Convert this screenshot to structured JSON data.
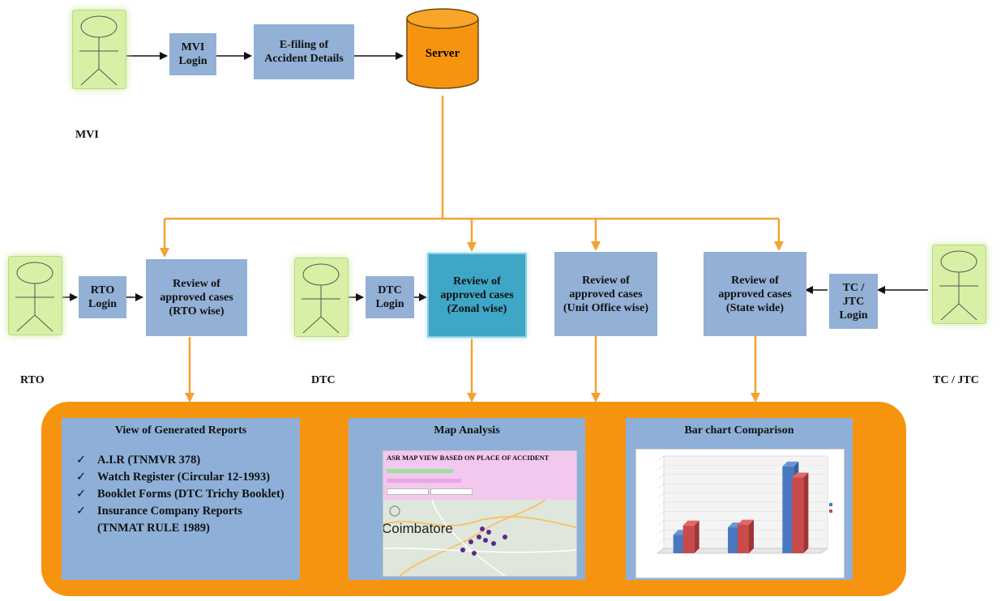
{
  "top_flow": {
    "mvi_login": "MVI\nLogin",
    "efiling": "E-filing of\nAccident Details",
    "server": "Server"
  },
  "actors": {
    "mvi": "MVI",
    "rto": "RTO",
    "dtc": "DTC",
    "tc_jtc": "TC / JTC"
  },
  "logins": {
    "rto": "RTO\nLogin",
    "dtc": "DTC\nLogin",
    "tc_jtc": "TC /\nJTC\nLogin"
  },
  "reviews": {
    "rto": "Review of\napproved cases\n(RTO wise)",
    "zonal": "Review of\napproved cases\n(Zonal wise)",
    "unit": "Review of\napproved cases\n(Unit Office wise)",
    "state": "Review of\napproved cases\n(State wide)"
  },
  "panels": {
    "reports_title": "View of Generated Reports",
    "reports": [
      "A.I.R (TNMVR 378)",
      "Watch Register (Circular 12-1993)",
      "Booklet Forms (DTC Trichy Booklet)",
      "Insurance Company Reports\n(TNMAT RULE 1989)"
    ],
    "map_title": "Map Analysis",
    "map_screenshot_title": "ASR MAP VIEW BASED ON PLACE OF ACCIDENT",
    "map_city": "Coimbatore",
    "chart_title": "Bar chart Comparison"
  },
  "colors": {
    "box": "#93b0d6",
    "highlight_box": "#3ea6c6",
    "arrow_orange": "#f4a230",
    "panel_orange": "#f7940f",
    "server": "#f7940f",
    "actor": "#d8f0a6"
  },
  "chart_data": {
    "type": "bar",
    "categories": [
      "",
      "",
      ""
    ],
    "series": [
      {
        "name": "",
        "values": [
          20,
          28,
          94
        ]
      },
      {
        "name": "",
        "values": [
          30,
          31,
          82
        ]
      }
    ],
    "title": "",
    "xlabel": "",
    "ylabel": "",
    "ylim": [
      0,
      100
    ]
  }
}
